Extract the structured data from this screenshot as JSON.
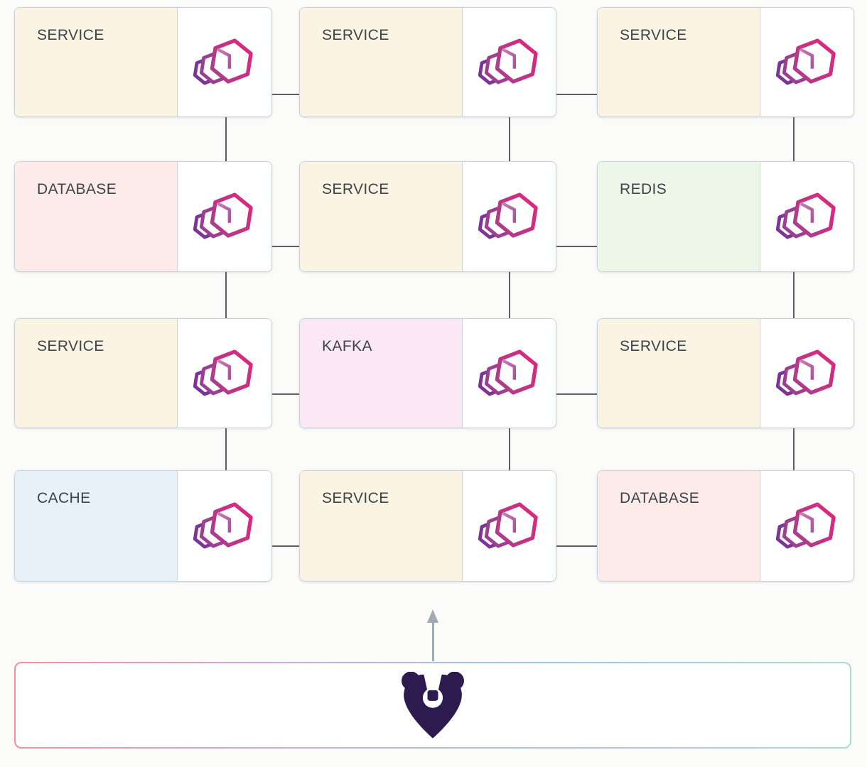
{
  "page": {
    "background": "#fbfbfa"
  },
  "diagram": {
    "grid": {
      "rows": 4,
      "cols": 3
    },
    "nodes": [
      {
        "id": "r1c1",
        "label": "SERVICE",
        "type": "service",
        "bg": "#fbf4e2"
      },
      {
        "id": "r1c2",
        "label": "SERVICE",
        "type": "service",
        "bg": "#fbf4e2"
      },
      {
        "id": "r1c3",
        "label": "SERVICE",
        "type": "service",
        "bg": "#fbf4e2"
      },
      {
        "id": "r2c1",
        "label": "DATABASE",
        "type": "database",
        "bg": "#fcebe8"
      },
      {
        "id": "r2c2",
        "label": "SERVICE",
        "type": "service",
        "bg": "#fbf4e2"
      },
      {
        "id": "r2c3",
        "label": "REDIS",
        "type": "redis",
        "bg": "#edf7e8"
      },
      {
        "id": "r3c1",
        "label": "SERVICE",
        "type": "service",
        "bg": "#fbf4e2"
      },
      {
        "id": "r3c2",
        "label": "KAFKA",
        "type": "kafka",
        "bg": "#fbe8f5"
      },
      {
        "id": "r3c3",
        "label": "SERVICE",
        "type": "service",
        "bg": "#fbf4e2"
      },
      {
        "id": "r4c1",
        "label": "CACHE",
        "type": "cache",
        "bg": "#e7f1f9"
      },
      {
        "id": "r4c2",
        "label": "SERVICE",
        "type": "service",
        "bg": "#fbf4e2"
      },
      {
        "id": "r4c3",
        "label": "DATABASE",
        "type": "database",
        "bg": "#fcebe8"
      }
    ],
    "edges": [
      [
        "r1c1",
        "r1c2"
      ],
      [
        "r1c2",
        "r1c3"
      ],
      [
        "r2c1",
        "r2c2"
      ],
      [
        "r2c2",
        "r2c3"
      ],
      [
        "r3c1",
        "r3c2"
      ],
      [
        "r3c2",
        "r3c3"
      ],
      [
        "r4c1",
        "r4c2"
      ],
      [
        "r4c2",
        "r4c3"
      ],
      [
        "r1c1",
        "r2c1"
      ],
      [
        "r1c2",
        "r2c2"
      ],
      [
        "r1c3",
        "r2c3"
      ],
      [
        "r2c1",
        "r3c1"
      ],
      [
        "r2c2",
        "r3c2"
      ],
      [
        "r2c3",
        "r3c3"
      ],
      [
        "r3c1",
        "r4c1"
      ],
      [
        "r3c2",
        "r4c2"
      ],
      [
        "r3c3",
        "r4c3"
      ]
    ],
    "node_icon": "container-hexagons-icon",
    "colors": {
      "edge_line": "#5a5f63",
      "card_border": "#c9d2db",
      "label_text": "#3d444c",
      "icon_pink": "#d82f80",
      "icon_purple": "#7c3496",
      "arrow": "#a2abb4",
      "bear": "#2d1a4e",
      "footer_border_gradient": [
        "#f28e9e",
        "#c8abd8",
        "#9fc6e6",
        "#a8dccf"
      ]
    }
  },
  "footer": {
    "icon": "bear-logo",
    "arrow": "up-arrow"
  }
}
